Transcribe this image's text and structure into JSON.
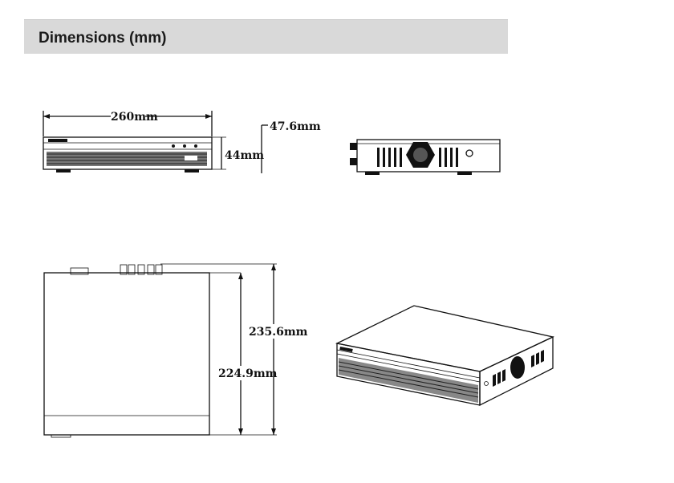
{
  "header": {
    "title": "Dimensions (mm)"
  },
  "dimensions": {
    "width_label": "260mm",
    "height_label": "44mm",
    "height_with_feet_label": "47.6mm",
    "depth_label": "235.6mm",
    "depth_body_label": "224.9mm"
  },
  "views": [
    "front-view",
    "side-view",
    "top-view",
    "isometric-view"
  ],
  "colors": {
    "header_bg": "#d9d9d9",
    "line": "#111111"
  }
}
